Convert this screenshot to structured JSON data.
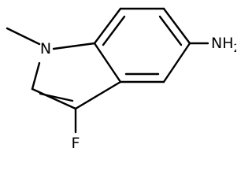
{
  "molecule": {
    "atoms": {
      "ring_nitrogen": "N",
      "methyl": "",
      "amine": "NH",
      "amine_subscript": "2",
      "fluorine": "F"
    }
  }
}
